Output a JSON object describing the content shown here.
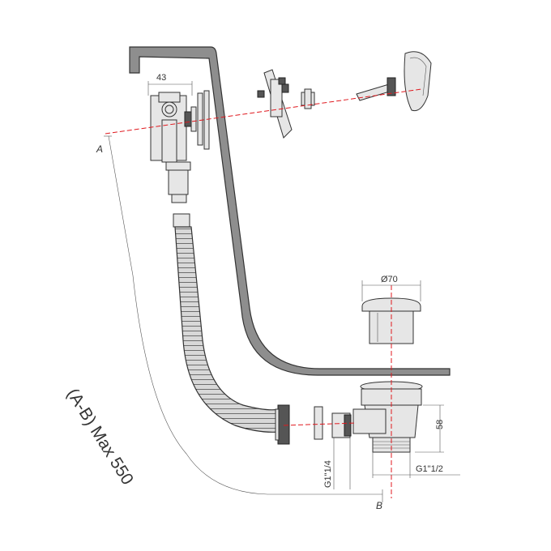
{
  "dimensions": {
    "width_43": "43",
    "diameter_70": "Ø70",
    "height_58": "58",
    "thread_outlet": "G1\"1/4",
    "thread_body": "G1\"1/2"
  },
  "points": {
    "a": "A",
    "b": "B"
  },
  "max_length": "(A-B) Max 550",
  "colors": {
    "line": "#333333",
    "center_line": "#e0191f",
    "tub_wall": "#8e8e8e"
  }
}
